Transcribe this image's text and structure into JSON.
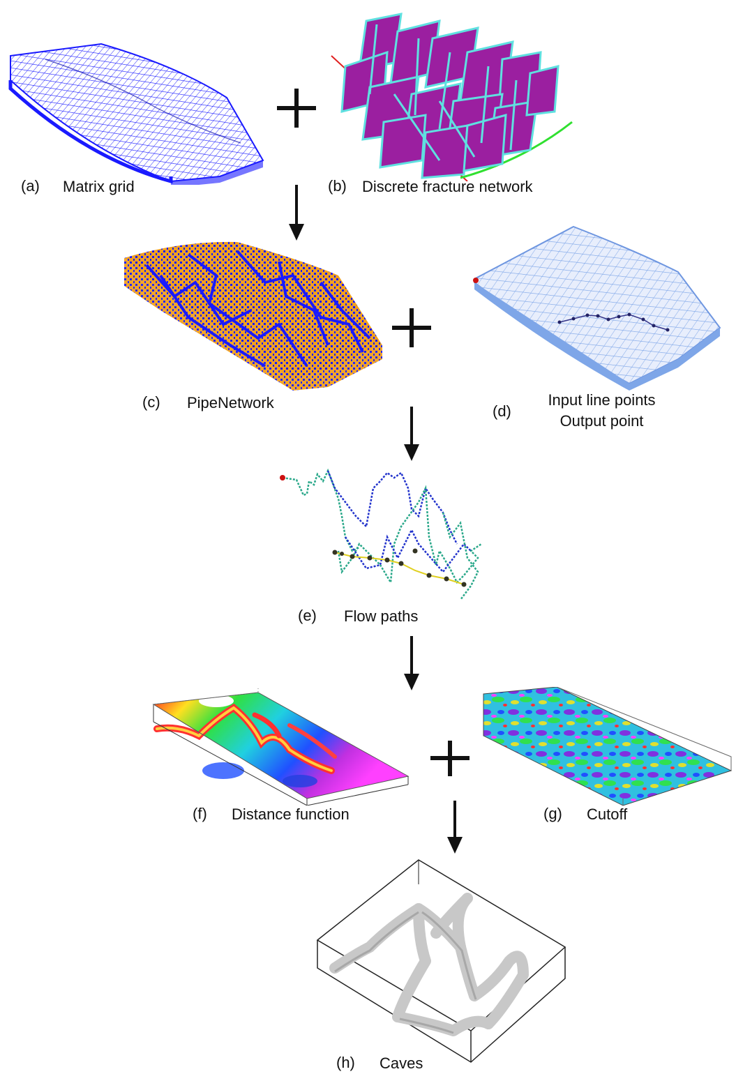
{
  "panels": {
    "a": {
      "letter": "(a)",
      "title": "Matrix grid"
    },
    "b": {
      "letter": "(b)",
      "title": "Discrete fracture network"
    },
    "c": {
      "letter": "(c)",
      "title": "PipeNetwork"
    },
    "d": {
      "letter": "(d)",
      "title_line1": "Input line points",
      "title_line2": "Output point"
    },
    "e": {
      "letter": "(e)",
      "title": "Flow paths"
    },
    "f": {
      "letter": "(f)",
      "title": "Distance function"
    },
    "g": {
      "letter": "(g)",
      "title": "Cutoff"
    },
    "h": {
      "letter": "(h)",
      "title": "Caves"
    }
  },
  "colors": {
    "grid_blue": "#1a1aff",
    "light_grid": "#7ea6e8",
    "fracture_fill": "#9b1fa0",
    "fracture_edge": "#5fe0e0",
    "pipe_orange": "#f0a020",
    "flow_blue": "#2233cc",
    "flow_teal": "#2aa88a",
    "arrow": "#111111",
    "cave_gray": "#c8c8c8"
  },
  "icons": [
    "plus-icon",
    "down-arrow-icon"
  ]
}
